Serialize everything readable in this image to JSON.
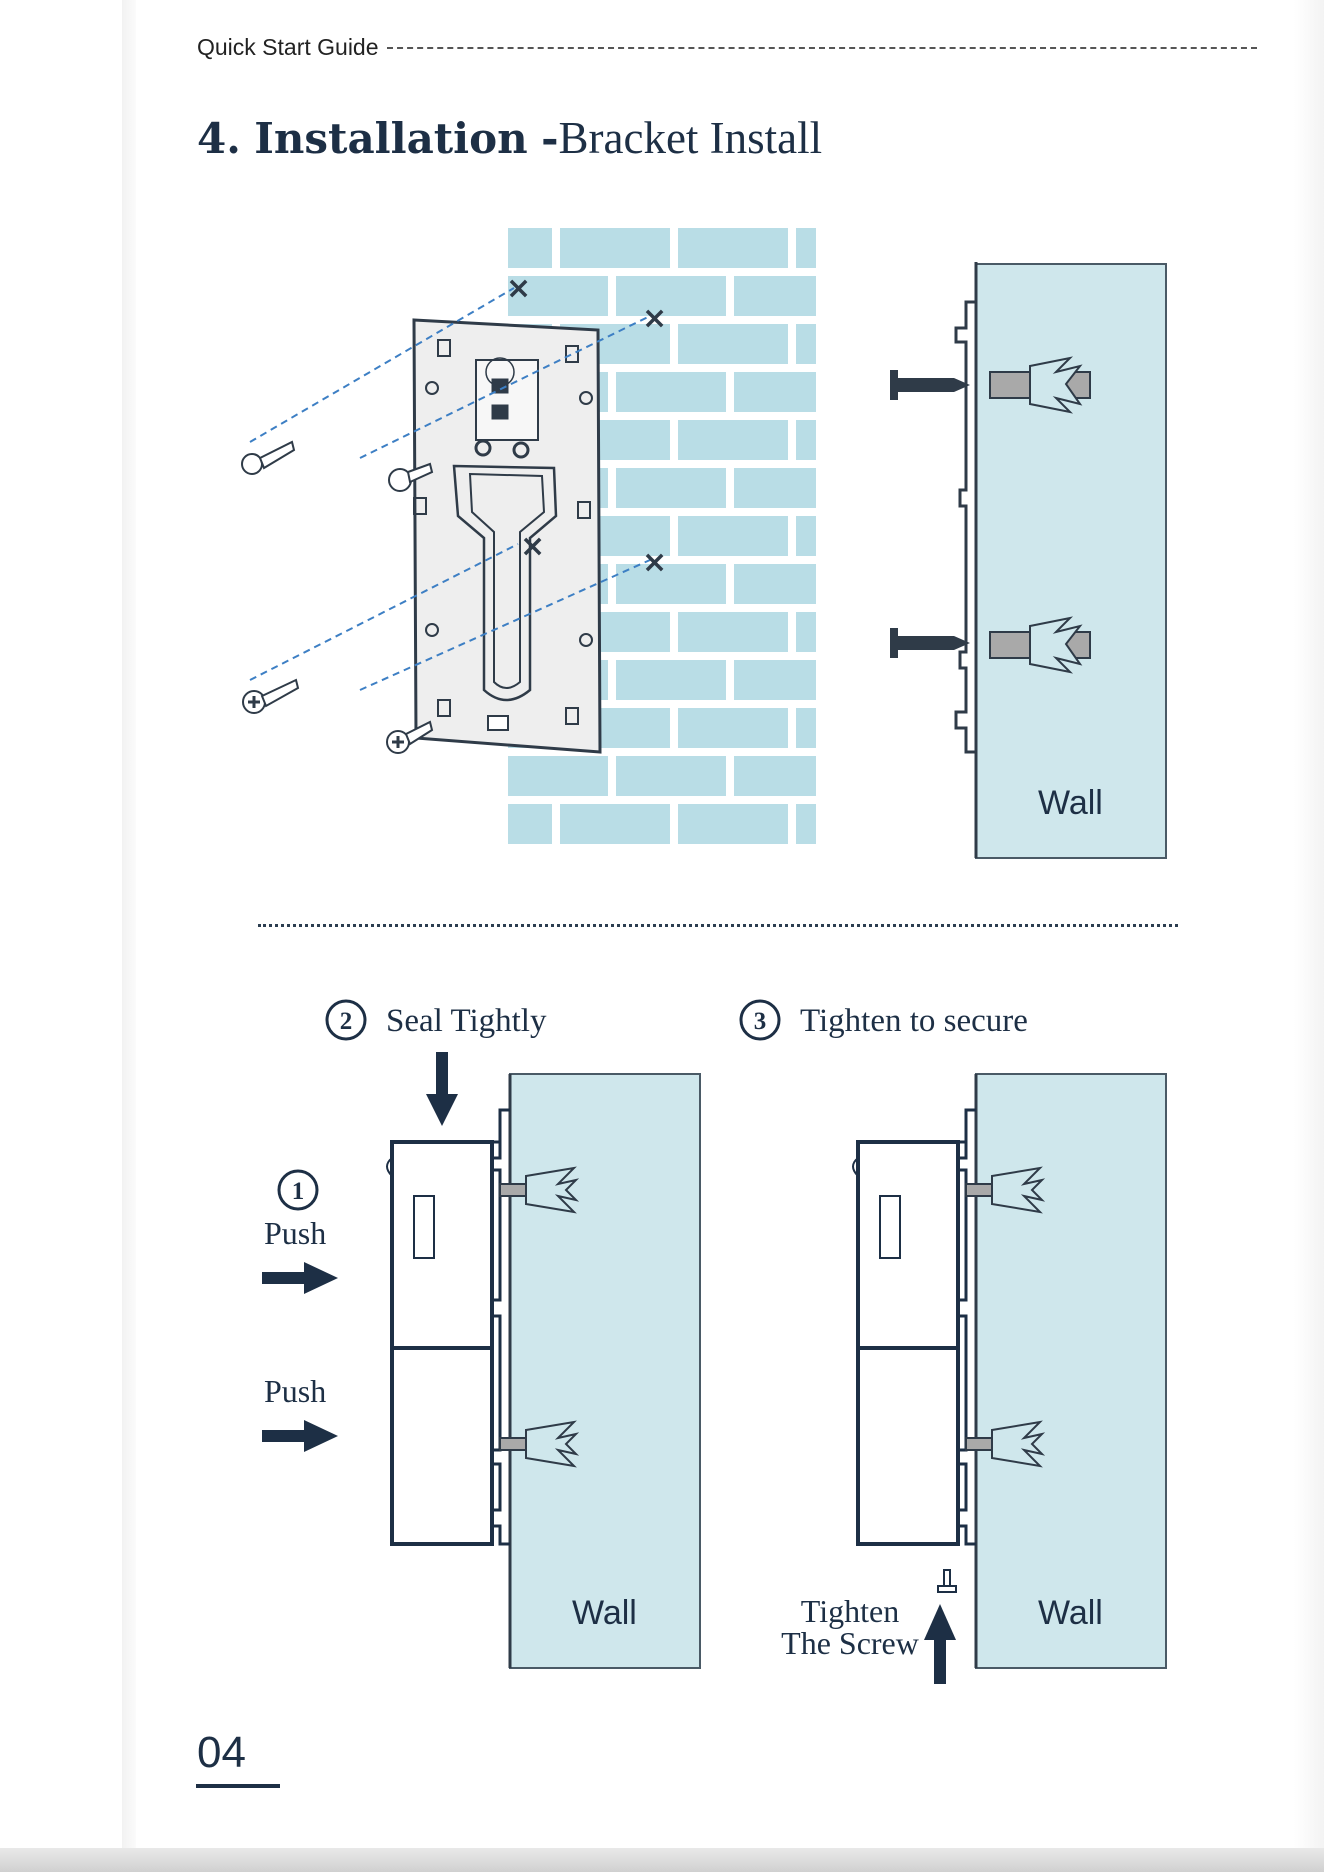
{
  "header": {
    "text": "Quick Start Guide"
  },
  "title": {
    "number": "4.",
    "main": "Installation",
    "separator": "-",
    "sub": "Bracket Install"
  },
  "top": {
    "wall_label": "Wall"
  },
  "step_2": {
    "num": "2",
    "label": "Seal Tightly"
  },
  "step_3": {
    "num": "3",
    "label": "Tighten to secure"
  },
  "step_1": {
    "num": "1",
    "push_label": "Push"
  },
  "push_second": {
    "label": "Push"
  },
  "left_bottom": {
    "wall_label": "Wall"
  },
  "right_bottom": {
    "wall_label": "Wall",
    "tighten_line1": "Tighten",
    "tighten_line2": "The Screw"
  },
  "page_number": "04",
  "colors": {
    "wall_fill": "#cfe7ec",
    "brick_fill": "#b9dde6",
    "ink": "#1d2f45",
    "guide_dash": "#3d7fc4"
  }
}
